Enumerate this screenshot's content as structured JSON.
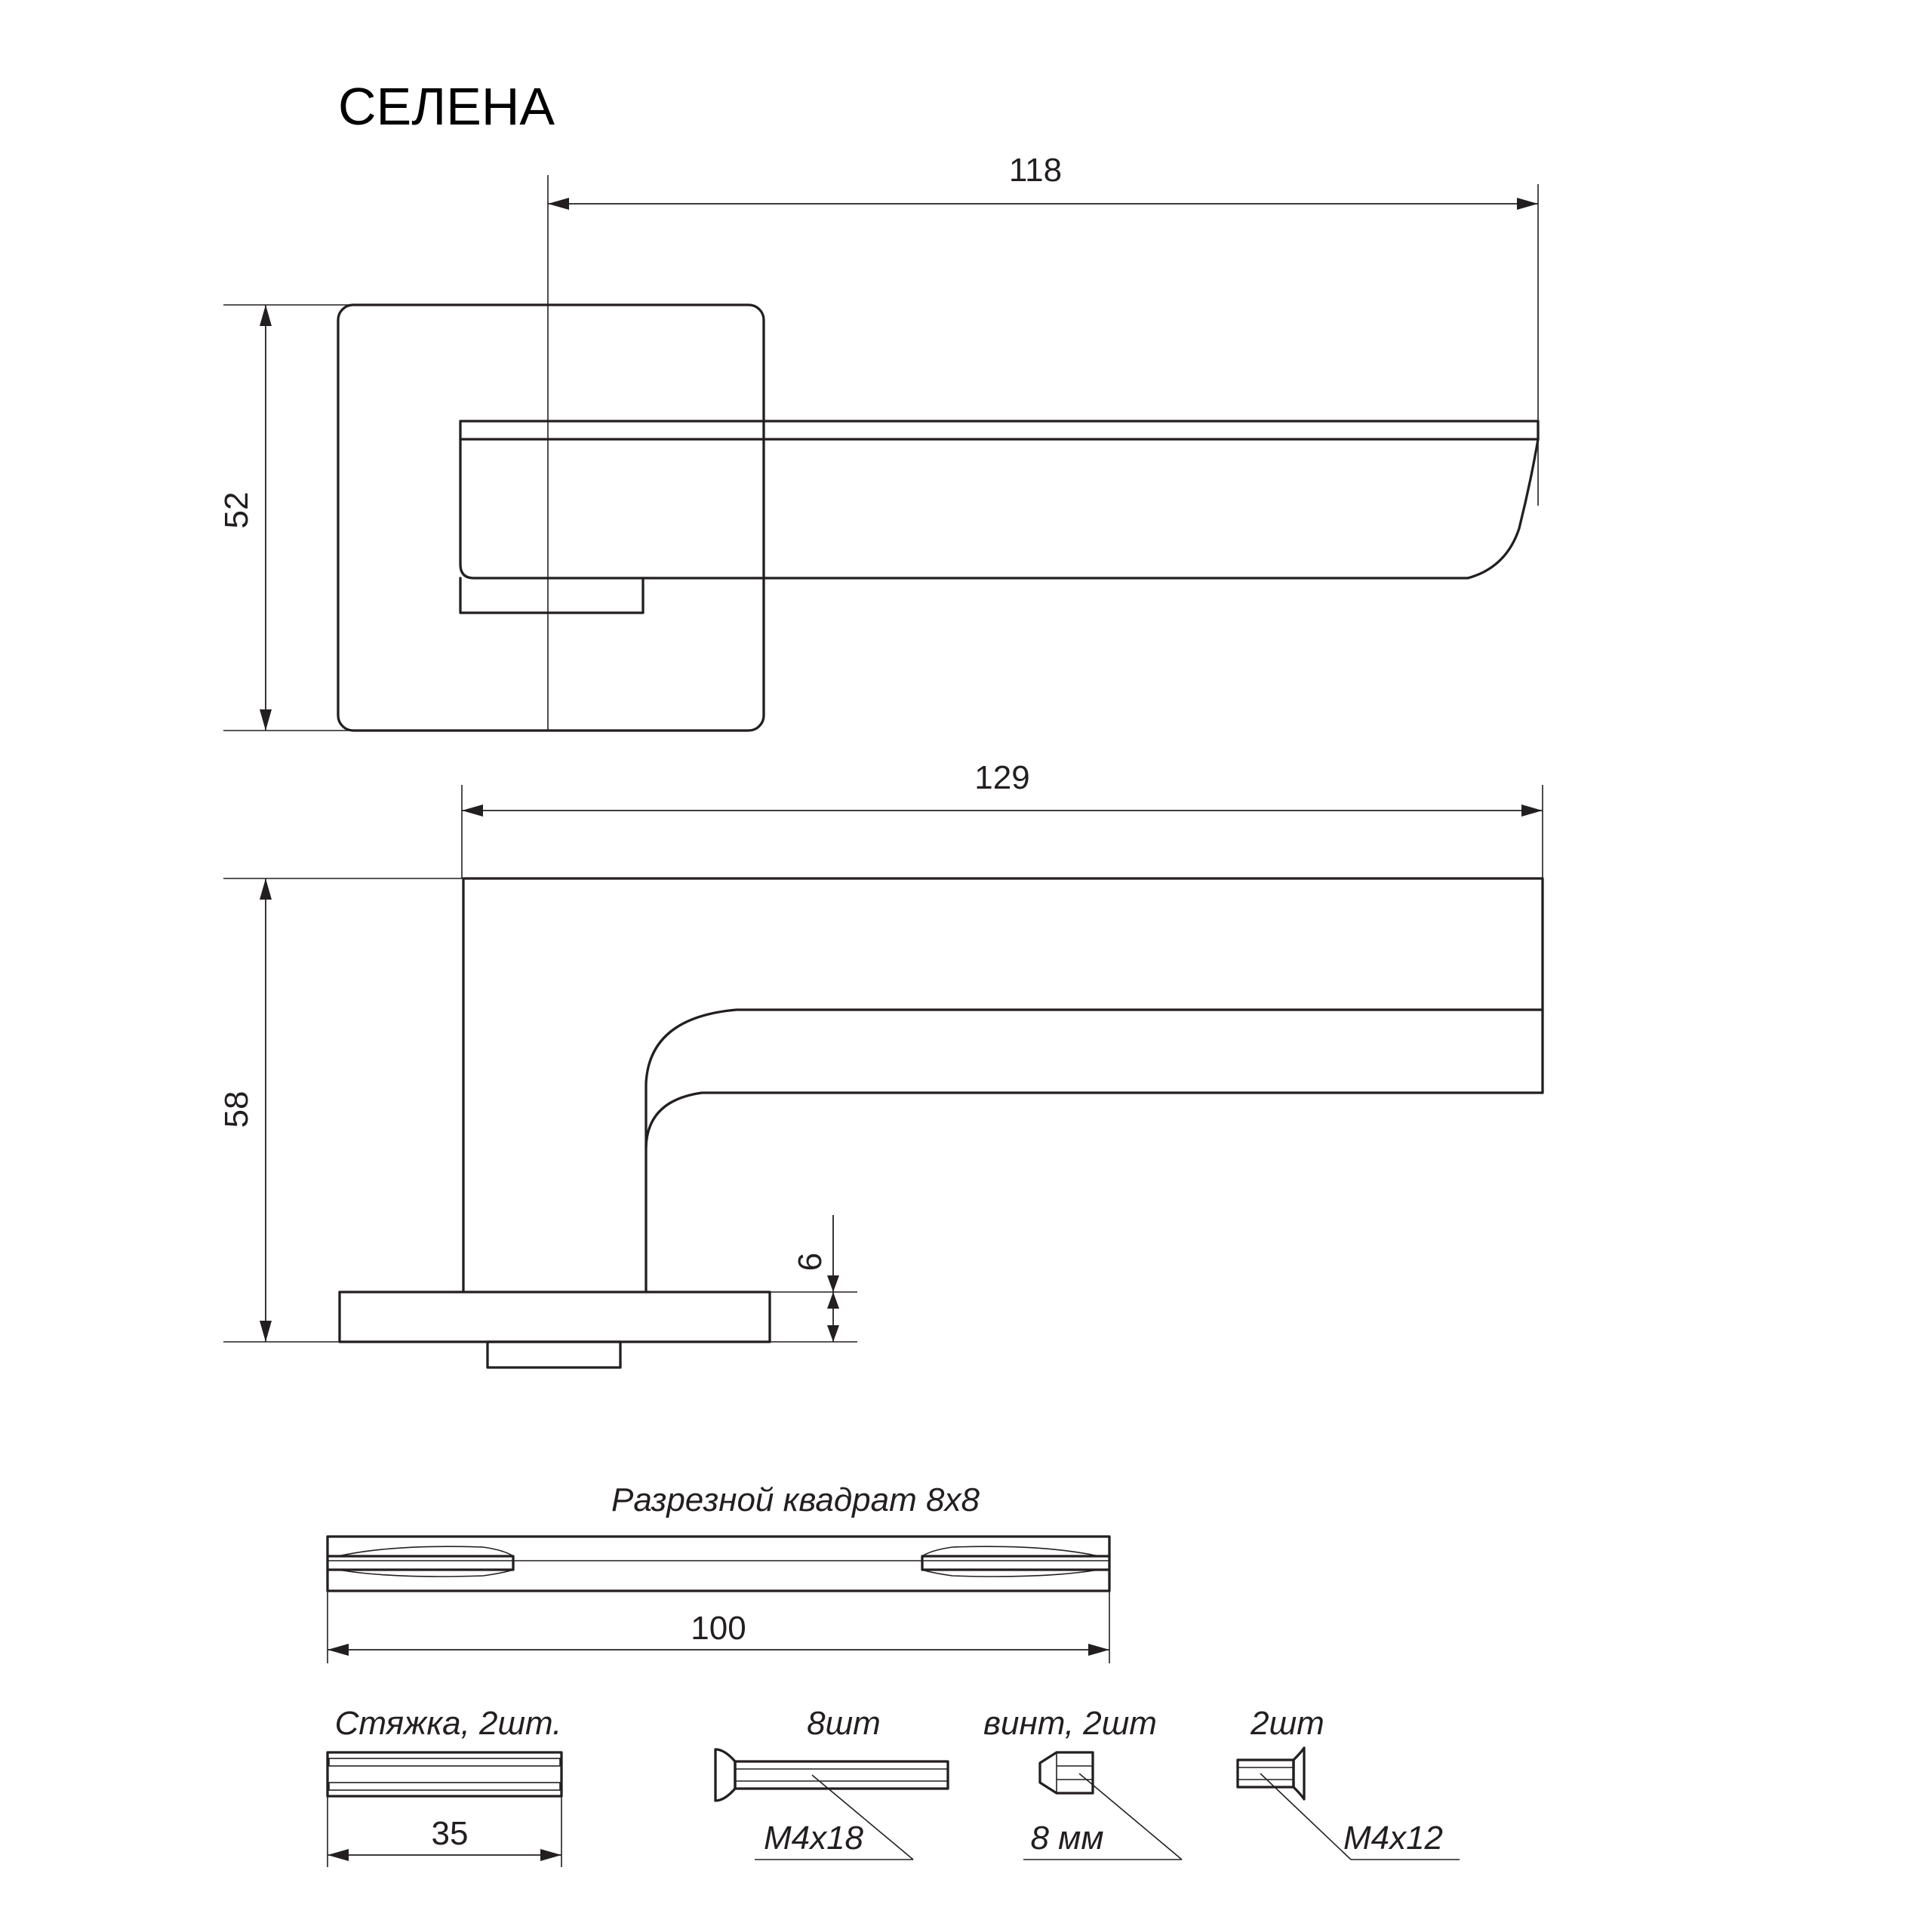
{
  "title": "СЕЛЕНА",
  "dimensions": {
    "width_top": "118",
    "height_top": "52",
    "width_side": "129",
    "height_side": "58",
    "rosette_thickness": "6",
    "spindle_length": "100",
    "bolt_length": "35"
  },
  "parts": {
    "spindle_label": "Разрезной квадрат 8х8",
    "tie_label": "Стяжка, 2шт.",
    "screw_count": "8шт",
    "screw_size": "M4x18",
    "set_screw_label": "винт, 2шт",
    "set_screw_size": "8 мм",
    "small_screw_count": "2шт",
    "small_screw_size": "M4x12"
  },
  "colors": {
    "line": "#231f20",
    "background": "#ffffff"
  }
}
